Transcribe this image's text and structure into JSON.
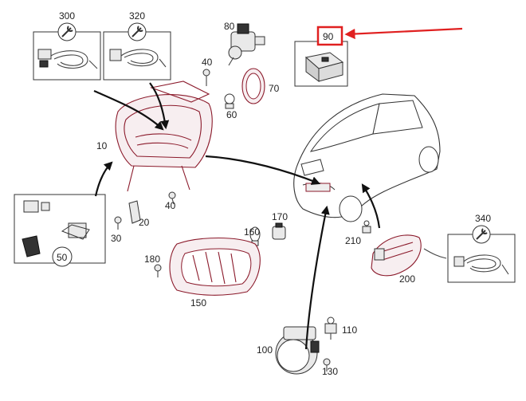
{
  "diagram": {
    "labels": {
      "p300": "300",
      "p320": "320",
      "p80": "80",
      "p40a": "40",
      "p90": "90",
      "p70": "70",
      "p60": "60",
      "p10": "10",
      "p40b": "40",
      "p30": "30",
      "p20": "20",
      "p50": "50",
      "p170": "170",
      "p160": "160",
      "p180": "180",
      "p150": "150",
      "p210": "210",
      "p340": "340",
      "p200": "200",
      "p110": "110",
      "p100": "100",
      "p130": "130"
    },
    "highlight_color": "#e02020",
    "part_color": "#8b1a2b",
    "icons": [
      "wrench-icon"
    ]
  }
}
